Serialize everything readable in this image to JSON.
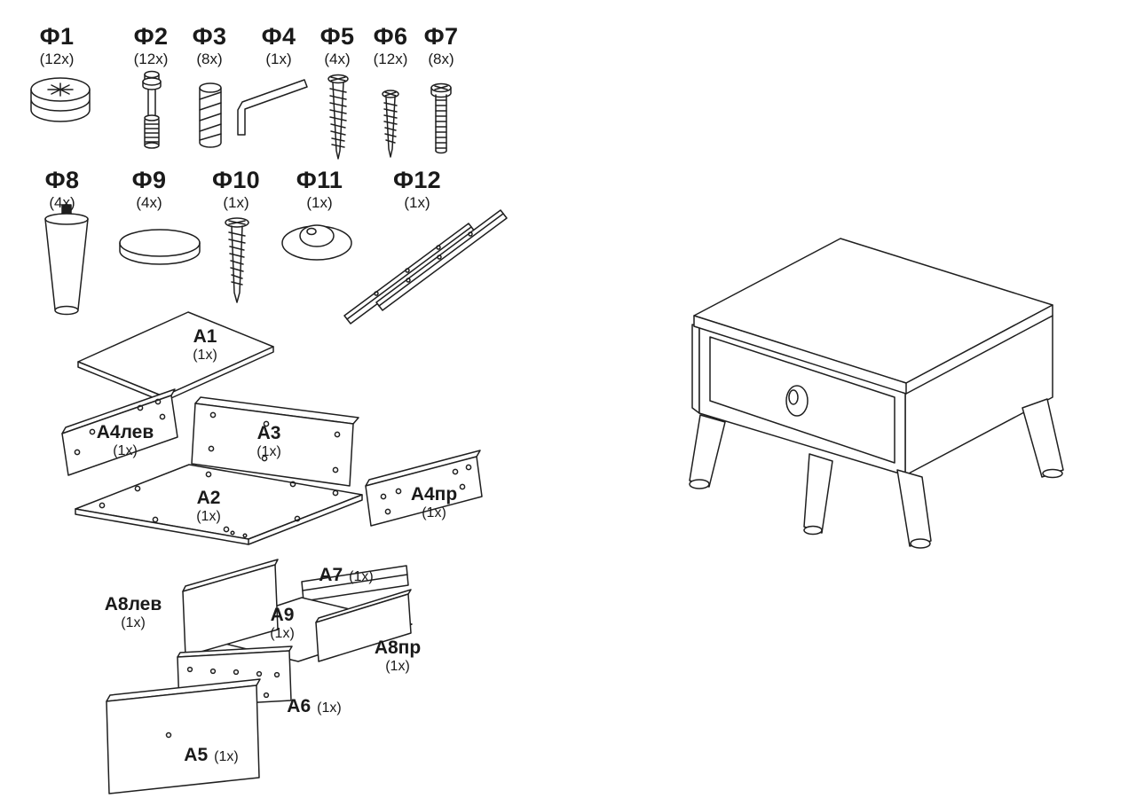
{
  "colors": {
    "line": "#1f1f1f",
    "background": "#ffffff"
  },
  "hardware": {
    "items": [
      {
        "code": "Ф1",
        "qty": "(12x)",
        "icon": "cam-lock-icon"
      },
      {
        "code": "Ф2",
        "qty": "(12x)",
        "icon": "cam-bolt-icon"
      },
      {
        "code": "Ф3",
        "qty": "(8x)",
        "icon": "wooden-dowel-icon"
      },
      {
        "code": "Ф4",
        "qty": "(1x)",
        "icon": "hex-key-icon"
      },
      {
        "code": "Ф5",
        "qty": "(4x)",
        "icon": "countersunk-screw-icon"
      },
      {
        "code": "Ф6",
        "qty": "(12x)",
        "icon": "small-screw-icon"
      },
      {
        "code": "Ф7",
        "qty": "(8x)",
        "icon": "bolt-icon"
      },
      {
        "code": "Ф8",
        "qty": "(4x)",
        "icon": "furniture-leg-icon"
      },
      {
        "code": "Ф9",
        "qty": "(4x)",
        "icon": "round-pad-icon"
      },
      {
        "code": "Ф10",
        "qty": "(1x)",
        "icon": "long-screw-icon"
      },
      {
        "code": "Ф11",
        "qty": "(1x)",
        "icon": "knob-icon"
      },
      {
        "code": "Ф12",
        "qty": "(1x)",
        "icon": "drawer-slides-icon"
      }
    ]
  },
  "panels": {
    "items": [
      {
        "code": "A1",
        "qty": "(1x)"
      },
      {
        "code": "А4лев",
        "qty": "(1x)"
      },
      {
        "code": "A3",
        "qty": "(1x)"
      },
      {
        "code": "A2",
        "qty": "(1x)"
      },
      {
        "code": "А4пр",
        "qty": "(1x)"
      },
      {
        "code": "A7",
        "qty": "(1x)"
      },
      {
        "code": "А8лев",
        "qty": "(1x)"
      },
      {
        "code": "A9",
        "qty": "(1x)"
      },
      {
        "code": "А8пр",
        "qty": "(1x)"
      },
      {
        "code": "A6",
        "qty": "(1x)"
      },
      {
        "code": "A5",
        "qty": "(1x)"
      }
    ]
  }
}
